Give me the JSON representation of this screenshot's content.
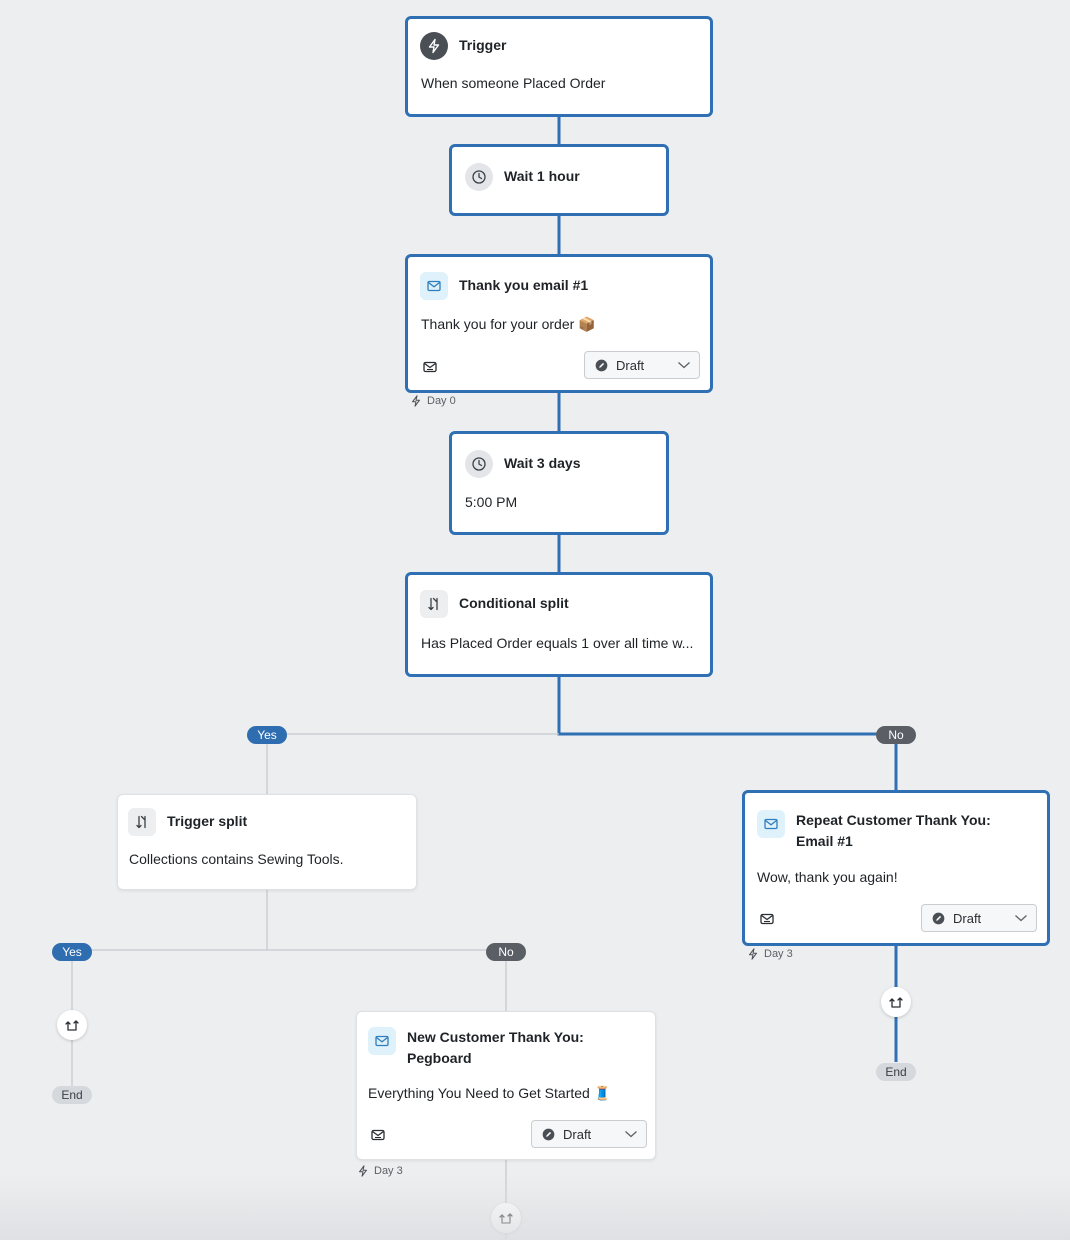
{
  "nodes": {
    "trigger": {
      "title": "Trigger",
      "body": "When someone Placed Order",
      "icon": "lightning-icon"
    },
    "wait1": {
      "title": "Wait 1 hour",
      "icon": "clock-icon"
    },
    "email1": {
      "title": "Thank you email #1",
      "body": "Thank you for your order 📦",
      "status": "Draft",
      "day": "Day 0",
      "icon": "email-icon"
    },
    "wait2": {
      "title": "Wait 3 days",
      "body": "5:00 PM",
      "icon": "clock-icon"
    },
    "condsplit": {
      "title": "Conditional split",
      "body": "Has Placed Order equals 1 over all time w...",
      "icon": "split-icon"
    },
    "triggersplit": {
      "title": "Trigger split",
      "body": "Collections contains Sewing Tools.",
      "icon": "split-icon"
    },
    "repeat": {
      "title_line1": "Repeat Customer Thank You:",
      "title_line2": "Email #1",
      "body": "Wow, thank you again!",
      "status": "Draft",
      "day": "Day 3",
      "icon": "email-icon"
    },
    "newcust": {
      "title_line1": "New Customer Thank You:",
      "title_line2": "Pegboard",
      "body": "Everything You Need to Get Started 🧵",
      "status": "Draft",
      "day": "Day 3",
      "icon": "email-icon"
    }
  },
  "branches": {
    "cond_yes": "Yes",
    "cond_no": "No",
    "trig_yes": "Yes",
    "trig_no": "No",
    "end_left": "End",
    "end_right": "End"
  },
  "colors": {
    "active_path": "#2f6fb3",
    "inactive_path": "#c4c8cc",
    "yes_pill": "#2e6db0",
    "no_pill": "#5a5f66"
  }
}
